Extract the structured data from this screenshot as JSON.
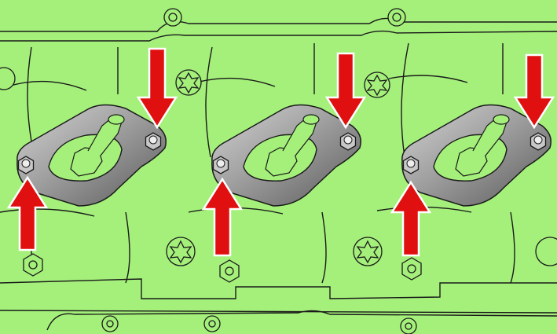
{
  "diagram": {
    "background_color": "#a4f07a",
    "line_color": "#1a1a1a",
    "plate_color": "#8a8a8a",
    "arrow_color": "#e01010",
    "arrow_outline_color": "#ffffff",
    "plate_count": 3,
    "arrows": {
      "count": 6,
      "directions": [
        "up",
        "down",
        "up",
        "down",
        "up",
        "down"
      ]
    }
  }
}
